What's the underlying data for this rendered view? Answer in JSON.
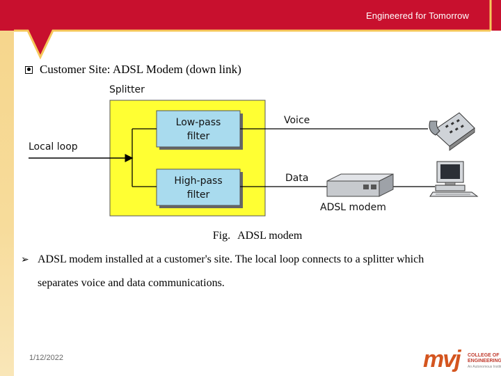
{
  "header": {
    "tagline": "Engineered for Tomorrow"
  },
  "heading": "Customer Site: ADSL Modem (down link)",
  "diagram": {
    "splitter_label": "Splitter",
    "lowpass_line1": "Low-pass",
    "lowpass_line2": "filter",
    "highpass_line1": "High-pass",
    "highpass_line2": "filter",
    "local_loop_label": "Local loop",
    "voice_label": "Voice",
    "data_label": "Data",
    "modem_label": "ADSL modem",
    "colors": {
      "splitter_fill": "#ffff33",
      "filter_fill": "#a9dbee",
      "header_red": "#c8102e"
    }
  },
  "caption": {
    "prefix": "Fig.",
    "text": "ADSL modem"
  },
  "paragraph": {
    "line1": "ADSL modem installed at a customer's site. The local loop connects to a splitter which",
    "line2": "separates voice and data communications."
  },
  "footer": {
    "date": "1/12/2022",
    "logo_mark": "mvj",
    "logo_line1": "COLLEGE OF",
    "logo_line2": "ENGINEERING",
    "logo_line3": "An Autonomous Institute"
  }
}
